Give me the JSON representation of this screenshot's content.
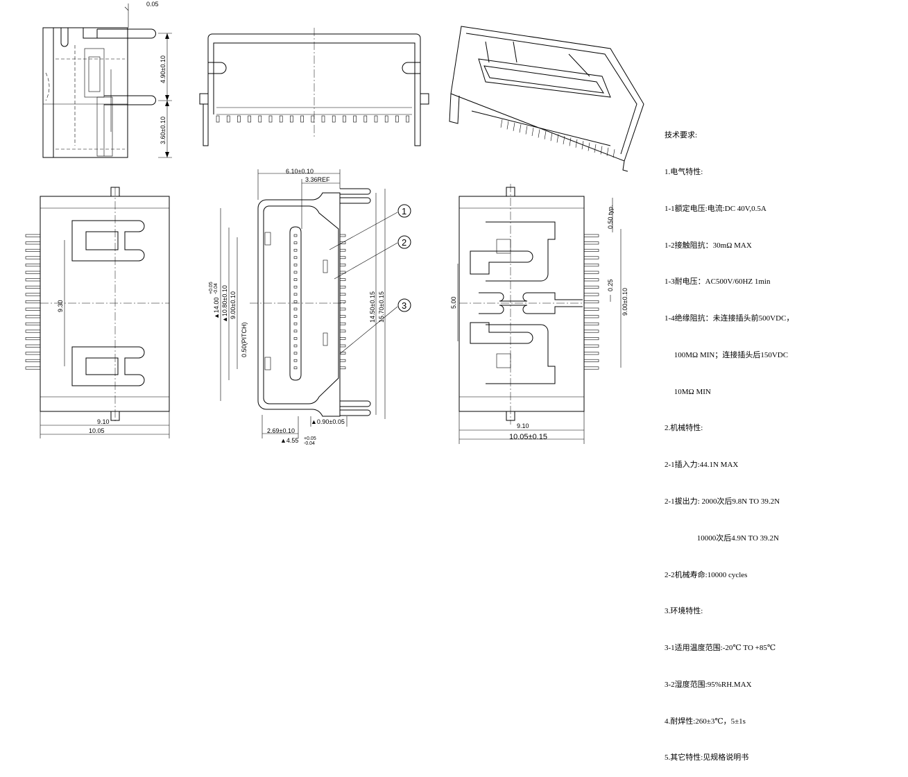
{
  "dimensions": {
    "top_tol": "0.05",
    "side_490": "4.90±0.10",
    "side_360": "3.60±0.10",
    "front_910": "9.10",
    "front_1005": "10.05",
    "front_930": "9.30",
    "top_610": "6.10±0.10",
    "top_336": "3.36REF",
    "top_1400": "▲14.00",
    "tol_plus": "+0.05",
    "tol_minus": "-0.04",
    "top_1080": "▲10.80±0.10",
    "top_900": "9.00±0.10",
    "pitch": "0.50(PITCH)",
    "top_1450": "14.50±0.15",
    "top_1570": "15.70±0.15",
    "top_269": "2.69±0.10",
    "top_090": "▲0.90±0.05",
    "top_455": "▲4.55",
    "callout_1": "1",
    "callout_2": "2",
    "callout_3": "3",
    "right_050": "0.50 typ.",
    "right_500": "5.00",
    "right_025": "0.25",
    "right_900": "9.00±0.10",
    "right_910": "9.10",
    "right_1005": "10.05±0.15"
  },
  "notes": [
    "技术要求:",
    "1.电气特性:",
    "1-1额定电压:电流:DC 40V,0.5A",
    "1-2接触阻抗：30mΩ MAX",
    "1-3耐电压：AC500V/60HZ 1min",
    "1-4绝缘阻抗：未连接插头前500VDC，",
    "     100MΩ MIN；连接插头后150VDC",
    "     10MΩ MIN",
    "2.机械特性:",
    "2-1插入力:44.1N MAX",
    "2-1拔出力: 2000次后9.8N TO 39.2N",
    "                 10000次后4.9N TO 39.2N",
    "2-2机械寿命:10000 cycles",
    "3.环境特性:",
    "3-1适用温度范围:-20℃ TO +85℃",
    "3-2湿度范围:95%RH.MAX",
    "4.耐焊性:260±3℃，5±1s",
    "5.其它特性:见规格说明书"
  ]
}
